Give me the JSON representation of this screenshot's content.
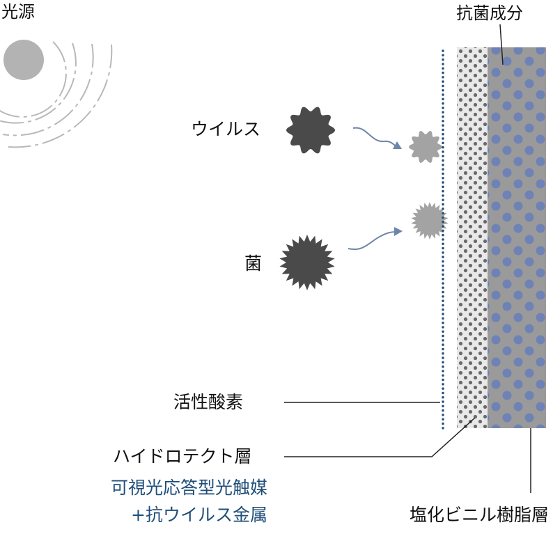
{
  "labels": {
    "light_source": "光源",
    "antibacterial_component": "抗菌成分",
    "virus": "ウイルス",
    "bacteria": "菌",
    "active_oxygen": "活性酸素",
    "hydrotect_layer": "ハイドロテクト層",
    "photocatalyst_line1": "可視光応答型光触媒",
    "photocatalyst_line2": "+抗ウイルス金属",
    "pvc_layer": "塩化ビニル樹脂層"
  },
  "colors": {
    "light_circle": "#b3b3b3",
    "light_waves": "#b8b8b8",
    "pathogen_dark": "#4a4a4a",
    "pathogen_light": "#a3a3a3",
    "arrow": "#6d86a9",
    "active_oxygen_dots": "#1f4e79",
    "hydrotect_bg": "#e9e9e9",
    "hydrotect_dots": "#6a6a6a",
    "pvc_bg": "#9a9a9a",
    "pvc_dots": "#6f82b6",
    "leader_line": "#222222",
    "photocatalyst_text": "#1f4e79"
  },
  "icons": [
    "light-source-icon",
    "virus-icon",
    "bacteria-icon"
  ]
}
